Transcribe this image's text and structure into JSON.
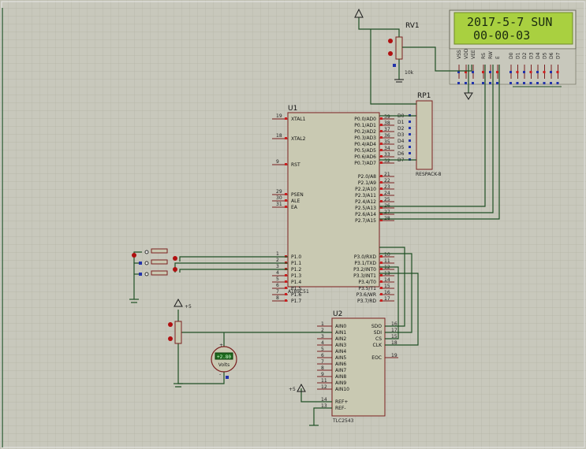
{
  "lcd": {
    "line1": "2017-5-7 SUN",
    "line2": "00-00-03",
    "pins": [
      "VSS",
      "VDD",
      "VEE",
      "RS",
      "RW",
      "E",
      "D0",
      "D1",
      "D2",
      "D3",
      "D4",
      "D5",
      "D6",
      "D7"
    ]
  },
  "rv1": {
    "ref": "RV1",
    "value": "10k"
  },
  "rp1": {
    "ref": "RP1",
    "type": "RESPACK-8",
    "labels": [
      "D0",
      "D1",
      "D2",
      "D3",
      "D4",
      "D5",
      "D6",
      "D7"
    ]
  },
  "u1": {
    "ref": "U1",
    "part": "AT89C51",
    "left_pins": [
      {
        "n": "19",
        "name": "XTAL1"
      },
      {
        "n": "18",
        "name": "XTAL2"
      },
      {
        "n": "9",
        "name": "RST"
      },
      {
        "n": "29",
        "name": "PSEN"
      },
      {
        "n": "30",
        "name": "ALE"
      },
      {
        "n": "31",
        "name": "EA"
      },
      {
        "n": "1",
        "name": "P1.0"
      },
      {
        "n": "2",
        "name": "P1.1"
      },
      {
        "n": "3",
        "name": "P1.2"
      },
      {
        "n": "4",
        "name": "P1.3"
      },
      {
        "n": "5",
        "name": "P1.4"
      },
      {
        "n": "6",
        "name": "P1.5"
      },
      {
        "n": "7",
        "name": "P1.6"
      },
      {
        "n": "8",
        "name": "P1.7"
      }
    ],
    "right_pins": [
      {
        "n": "39",
        "name": "P0.0/AD0"
      },
      {
        "n": "38",
        "name": "P0.1/AD1"
      },
      {
        "n": "37",
        "name": "P0.2/AD2"
      },
      {
        "n": "36",
        "name": "P0.3/AD3"
      },
      {
        "n": "35",
        "name": "P0.4/AD4"
      },
      {
        "n": "34",
        "name": "P0.5/AD5"
      },
      {
        "n": "33",
        "name": "P0.6/AD6"
      },
      {
        "n": "32",
        "name": "P0.7/AD7"
      },
      {
        "n": "21",
        "name": "P2.0/A8"
      },
      {
        "n": "22",
        "name": "P2.1/A9"
      },
      {
        "n": "23",
        "name": "P2.2/A10"
      },
      {
        "n": "24",
        "name": "P2.3/A11"
      },
      {
        "n": "25",
        "name": "P2.4/A12"
      },
      {
        "n": "26",
        "name": "P2.5/A13"
      },
      {
        "n": "27",
        "name": "P2.6/A14"
      },
      {
        "n": "28",
        "name": "P2.7/A15"
      },
      {
        "n": "10",
        "name": "P3.0/RXD"
      },
      {
        "n": "11",
        "name": "P3.1/TXD"
      },
      {
        "n": "12",
        "name": "P3.2/INT0"
      },
      {
        "n": "13",
        "name": "P3.3/INT1"
      },
      {
        "n": "14",
        "name": "P3.4/T0"
      },
      {
        "n": "15",
        "name": "P3.5/T1"
      },
      {
        "n": "16",
        "name": "P3.6/WR"
      },
      {
        "n": "17",
        "name": "P3.7/RD"
      }
    ]
  },
  "u2": {
    "ref": "U2",
    "part": "TLC2543",
    "left_pins": [
      {
        "n": "1",
        "name": "AIN0"
      },
      {
        "n": "2",
        "name": "AIN1"
      },
      {
        "n": "3",
        "name": "AIN2"
      },
      {
        "n": "4",
        "name": "AIN3"
      },
      {
        "n": "5",
        "name": "AIN4"
      },
      {
        "n": "6",
        "name": "AIN5"
      },
      {
        "n": "7",
        "name": "AIN6"
      },
      {
        "n": "8",
        "name": "AIN7"
      },
      {
        "n": "9",
        "name": "AIN8"
      },
      {
        "n": "11",
        "name": "AIN9"
      },
      {
        "n": "12",
        "name": "AIN10"
      },
      {
        "n": "14",
        "name": "REF+"
      },
      {
        "n": "13",
        "name": "REF-"
      }
    ],
    "right_pins": [
      {
        "n": "16",
        "name": "SDO"
      },
      {
        "n": "17",
        "name": "SDI"
      },
      {
        "n": "15",
        "name": "CS"
      },
      {
        "n": "18",
        "name": "CLK"
      },
      {
        "n": "19",
        "name": "EOC"
      }
    ]
  },
  "voltmeter": {
    "reading": "+2.80",
    "unit": "Volts"
  },
  "power": {
    "plus5_a": "+5",
    "plus5_b": "+5"
  },
  "colors": {
    "background": "#c8c8bc",
    "grid": "#b4b4a6",
    "wire": "#1f4f24",
    "chip_fill": "#c9c9b2",
    "lcd": "#a9d040"
  }
}
